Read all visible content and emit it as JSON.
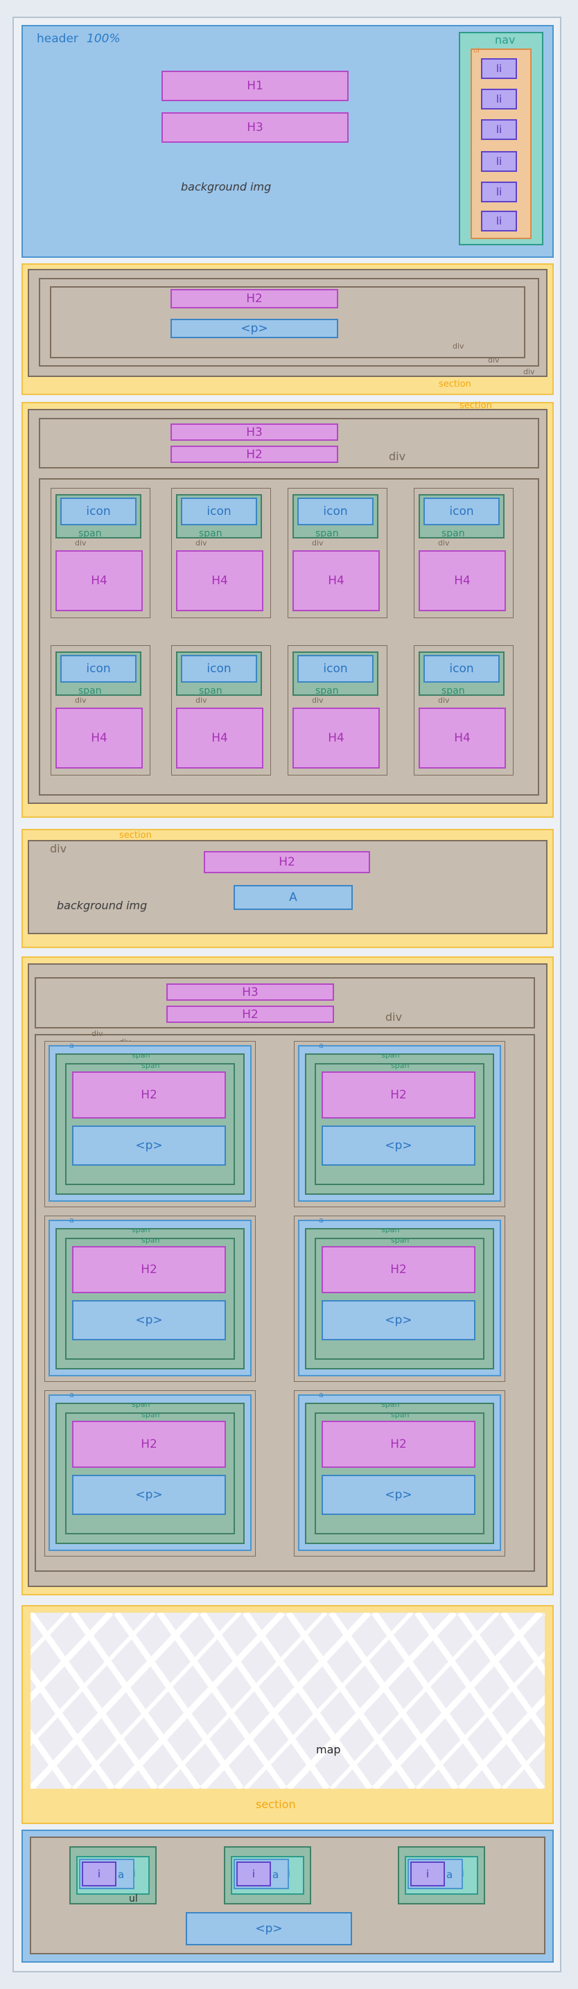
{
  "header": {
    "label": "header",
    "percent": "100%",
    "h1": "H1",
    "h3": "H3",
    "bg": "background img",
    "nav": {
      "label": "nav",
      "ol": "ol",
      "items": [
        "li",
        "li",
        "li",
        "li",
        "li",
        "li"
      ]
    }
  },
  "s1": {
    "h2": "H2",
    "p": "<p>",
    "divs": [
      "div",
      "div",
      "div"
    ],
    "section": "section"
  },
  "s2": {
    "section": "section",
    "h3": "H3",
    "h2": "H2",
    "div": "div",
    "card": {
      "icon": "icon",
      "span": "span",
      "div": "div",
      "h4": "H4"
    }
  },
  "s3": {
    "section": "section",
    "div": "div",
    "h2": "H2",
    "a": "A",
    "bg": "background img"
  },
  "s4": {
    "h3": "H3",
    "h2": "H2",
    "div": "div",
    "divs": [
      "div",
      "div"
    ],
    "card": {
      "a": "a",
      "span1": "span",
      "span2": "span",
      "h2": "H2",
      "p": "<p>"
    }
  },
  "map": {
    "label": "map",
    "section": "section"
  },
  "footer": {
    "ul": "ul",
    "i": "i",
    "a": "a",
    "li": "li",
    "p": "<p>"
  }
}
